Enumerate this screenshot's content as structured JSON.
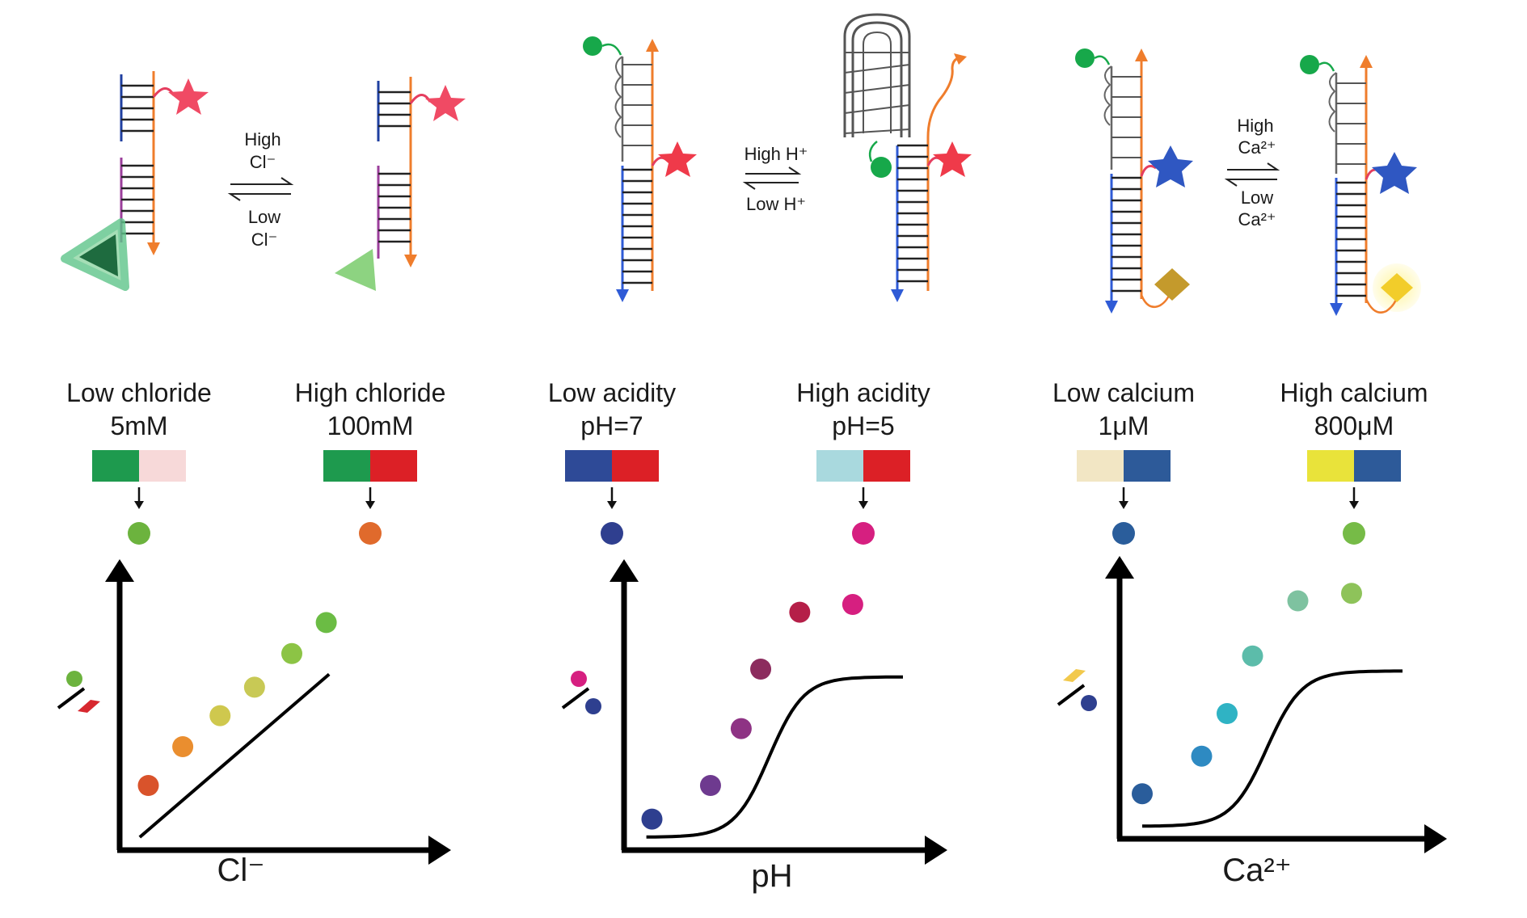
{
  "panels": [
    {
      "id": "chloride",
      "switch": {
        "forward_line1": "High",
        "forward_line2": "Cl⁻",
        "reverse_line1": "Low",
        "reverse_line2": "Cl⁻"
      },
      "states": [
        {
          "label": "Low chloride",
          "conc": "5mM",
          "colors": [
            "#1e9a4e",
            "#f7d9d9"
          ],
          "dot": "#6cb33e"
        },
        {
          "label": "High chloride",
          "conc": "100mM",
          "colors": [
            "#1e9a4e",
            "#dc2026"
          ],
          "dot": "#e06a2c"
        }
      ],
      "chart_data": {
        "type": "scatter",
        "xlabel": "Cl⁻",
        "ylabel": "ratio (green / red)",
        "ylabel_icons": [
          "green-dot",
          "red-diamond"
        ],
        "trend": "linear",
        "point_colors": [
          "#d9532b",
          "#ea8e2f",
          "#cfc84e",
          "#c8c955",
          "#8cc445",
          "#6bbc44"
        ],
        "points": [
          [
            0.1,
            0.25
          ],
          [
            0.22,
            0.4
          ],
          [
            0.35,
            0.52
          ],
          [
            0.47,
            0.63
          ],
          [
            0.6,
            0.76
          ],
          [
            0.72,
            0.88
          ]
        ]
      }
    },
    {
      "id": "ph",
      "switch": {
        "forward_line1": "High H⁺",
        "reverse_line1": "Low H⁺"
      },
      "states": [
        {
          "label": "Low acidity",
          "conc": "pH=7",
          "colors": [
            "#2e4a97",
            "#dc2026"
          ],
          "dot": "#2f3f8f"
        },
        {
          "label": "High acidity",
          "conc": "pH=5",
          "colors": [
            "#a9d9de",
            "#dc2026"
          ],
          "dot": "#d61f80"
        }
      ],
      "chart_data": {
        "type": "scatter",
        "xlabel": "pH",
        "ylabel": "ratio (magenta / blue)",
        "ylabel_icons": [
          "magenta-dot",
          "blue-dot"
        ],
        "trend": "sigmoid",
        "point_colors": [
          "#2e3f8f",
          "#6e3a8f",
          "#8e3384",
          "#8c2c5e",
          "#b51f48",
          "#d61f80"
        ],
        "points": [
          [
            0.1,
            0.12
          ],
          [
            0.31,
            0.25
          ],
          [
            0.42,
            0.47
          ],
          [
            0.49,
            0.7
          ],
          [
            0.63,
            0.92
          ],
          [
            0.82,
            0.95
          ]
        ]
      }
    },
    {
      "id": "calcium",
      "switch": {
        "forward_line1": "High",
        "forward_line2": "Ca²⁺",
        "reverse_line1": "Low",
        "reverse_line2": "Ca²⁺"
      },
      "states": [
        {
          "label": "Low calcium",
          "conc": "1μM",
          "colors": [
            "#f2e6c4",
            "#2d5a99"
          ],
          "dot": "#2a5d9b"
        },
        {
          "label": "High calcium",
          "conc": "800μM",
          "colors": [
            "#e9e33a",
            "#2d5a99"
          ],
          "dot": "#76bb47"
        }
      ],
      "chart_data": {
        "type": "scatter",
        "xlabel": "Ca²⁺",
        "ylabel": "ratio (yellow / blue)",
        "ylabel_icons": [
          "yellow-diamond",
          "blue-dot"
        ],
        "trend": "sigmoid",
        "point_colors": [
          "#2a5d9b",
          "#2e8ac2",
          "#2fb3c4",
          "#5cbcaa",
          "#7ec2a0",
          "#8ec35a"
        ],
        "points": [
          [
            0.08,
            0.18
          ],
          [
            0.29,
            0.33
          ],
          [
            0.38,
            0.5
          ],
          [
            0.47,
            0.73
          ],
          [
            0.63,
            0.95
          ],
          [
            0.82,
            0.98
          ]
        ]
      }
    }
  ]
}
